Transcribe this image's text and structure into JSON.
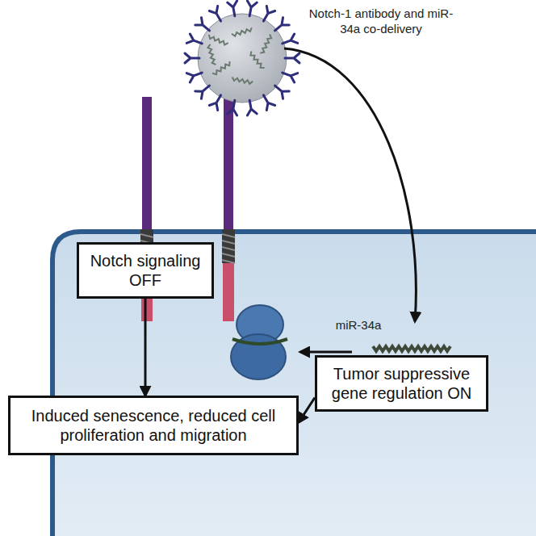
{
  "diagram": {
    "nodes": [
      {
        "text": [
          "Notch signaling OFF"
        ]
      },
      {
        "text": [
          "Tumor suppressive gene regulation ON"
        ]
      },
      {
        "text": [
          "Induced senescence, reduced cell proliferation and migration"
        ]
      }
    ],
    "edges": [
      {
        "from": 0,
        "to": 2,
        "arrow": "to"
      },
      {
        "from": 1,
        "to": 2,
        "arrow": "to"
      }
    ],
    "labels": [
      "Notch-1 antibody and miR-34a co-delivery",
      "miR-34a"
    ]
  }
}
